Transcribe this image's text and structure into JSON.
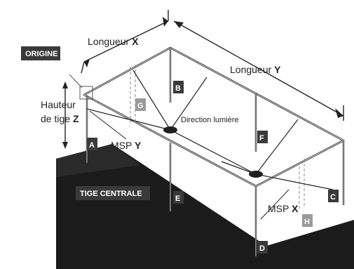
{
  "labels": {
    "longueur_x": "Longueur",
    "longueur_x_axis": "X",
    "longueur_y": "Longueur",
    "longueur_y_axis": "Y",
    "origine": "ORIGINE",
    "hauteur_line1": "Hauteur",
    "hauteur_line2": "de tige",
    "hauteur_axis": "Z",
    "direction_lumiere": "Direction lumière",
    "msp_y": "MSP",
    "msp_y_axis": "Y",
    "msp_x": "MSP",
    "msp_x_axis": "X",
    "tige_centrale": "TIGE CENTRALE"
  },
  "point_markers": {
    "a": "A",
    "b": "B",
    "c": "C",
    "d": "D",
    "e": "E",
    "f": "F",
    "g": "G",
    "h": "H"
  },
  "colors": {
    "dark_tag": "#3a3a3a",
    "light_tag": "#9a9a9a",
    "floor": "#1b1b1b",
    "line": "#1f1f1f",
    "dashed": "#8a8a8a"
  }
}
